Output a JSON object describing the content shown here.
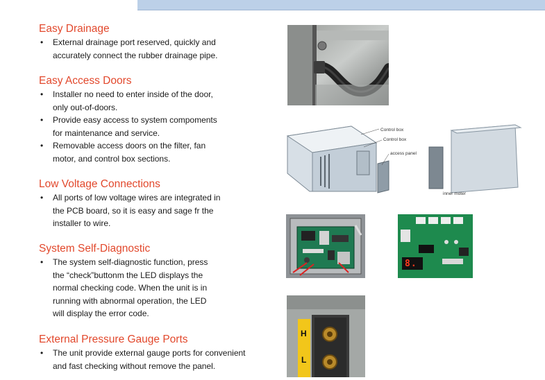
{
  "sections": [
    {
      "title": "Easy Drainage",
      "items": [
        {
          "lines": [
            "External drainage port reserved, quickly and",
            "accurately connect the rubber drainage pipe."
          ]
        }
      ]
    },
    {
      "title": "Easy Access Doors",
      "items": [
        {
          "lines": [
            "Installer no need to enter inside of the door,",
            "only out-of-doors."
          ]
        },
        {
          "lines": [
            "Provide easy access to system compoments",
            "for maintenance and service."
          ]
        },
        {
          "lines": [
            "Removable access doors on the filter, fan",
            "motor, and control box sections."
          ]
        }
      ]
    },
    {
      "title": "Low Voltage Connections",
      "items": [
        {
          "lines": [
            "All ports of low voltage wires are integrated in",
            "the PCB board, so it is easy and sage fr the",
            "installer to wire."
          ]
        }
      ]
    },
    {
      "title": "System Self-Diagnostic",
      "items": [
        {
          "lines": [
            "The system self-diagnostic function, press",
            "the “check”buttonm the LED displays the",
            "normal checking code. When the unit is in",
            "running with abnormal operation, the LED",
            "will display the error code."
          ]
        }
      ]
    },
    {
      "title": "External Pressure Gauge Ports",
      "items": [
        {
          "lines": [
            "The unit provide external gauge ports for convenient",
            "and fast checking without remove the panel."
          ]
        }
      ]
    }
  ],
  "bullet": "•",
  "diagram": {
    "control_box_1": "Control box",
    "control_box_2": "Control box",
    "access_panel": "access panel",
    "inner_motor": "inner moter"
  },
  "gauge": {
    "high_label": "H",
    "low_label": "L"
  },
  "led_digits": "8."
}
